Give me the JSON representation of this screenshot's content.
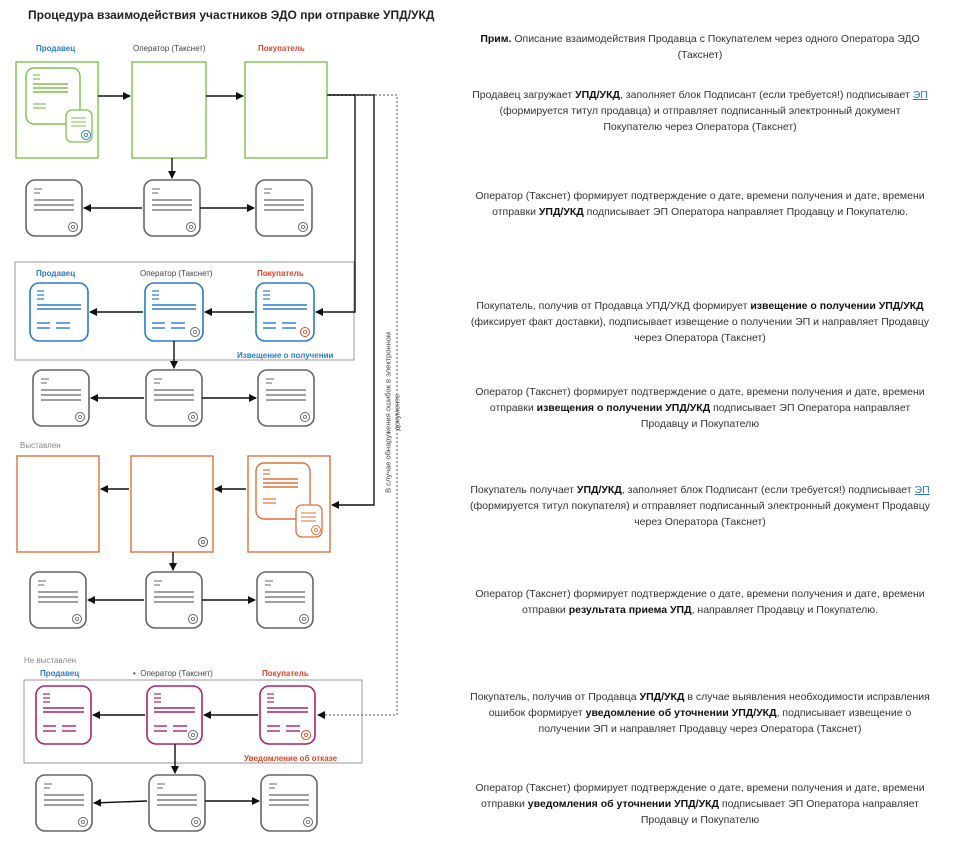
{
  "title": "Процедура взаимодействия участников ЭДО при отправке УПД/УКД",
  "colors": {
    "green": "#7cc24e",
    "blue": "#2a7bd0",
    "orange": "#e0703a",
    "magenta": "#b0226e",
    "gray": "#666666",
    "red": "#e0452a"
  },
  "labels": {
    "seller": "Продавец",
    "operator": "Оператор (Такснет)",
    "buyer": "Покупатель",
    "operator_dot": "Оператор (Такснет)",
    "receipt_notice": "Извещение о получении",
    "issued": "Выставлен",
    "not_issued": "Не выставлен",
    "refusal_notice": "Уведомление об отказе",
    "error_path": "В случае обнаружения ошибок в электронном документе"
  },
  "notes": {
    "intro_bold": "Прим.",
    "intro": " Описание взаимодействия Продавца с Покупателем через одного Оператора ЭДО (Такснет)",
    "d1": [
      {
        "t": "Продавец загружает "
      },
      {
        "b": "УПД/УКД"
      },
      {
        "t": ", заполняет блок Подписант (если требуется!) подписывает "
      },
      {
        "u": "ЭП"
      },
      {
        "t": " (формируется титул продавца) и отправляет подписанный электронный документ Покупателю через Оператора (Такснет)"
      }
    ],
    "d2": [
      {
        "t": "Оператор (Такснет) формирует подтверждение о дате, времени получения и дате, времени отправки "
      },
      {
        "b": "УПД/УКД"
      },
      {
        "t": " подписывает ЭП Оператора направляет Продавцу и Покупателю."
      }
    ],
    "d3": [
      {
        "t": "Покупатель, получив от Продавца УПД/УКД формирует "
      },
      {
        "b": "извещение о получении УПД/УКД"
      },
      {
        "t": " (фиксирует факт доставки), подписывает извещение о получении ЭП и направляет Продавцу через Оператора (Такснет)"
      }
    ],
    "d4": [
      {
        "t": "Оператор (Такснет) формирует подтверждение о дате, времени получения и дате, времени отправки "
      },
      {
        "b": "извещения о получении УПД/УКД"
      },
      {
        "t": " подписывает ЭП Оператора направляет Продавцу и Покупателю"
      }
    ],
    "d5": [
      {
        "t": "Покупатель получает "
      },
      {
        "b": "УПД/УКД"
      },
      {
        "t": ", заполняет блок Подписант (если требуется!) подписывает "
      },
      {
        "u": "ЭП"
      },
      {
        "t": " (формируется титул покупателя) и отправляет подписанный электронный документ Продавцу через Оператора (Такснет)"
      }
    ],
    "d6": [
      {
        "t": "Оператор (Такснет) формирует подтверждение о дате, времени получения и дате, времени отправки "
      },
      {
        "b": "результата приема УПД"
      },
      {
        "t": ", направляет Продавцу и Покупателю."
      }
    ],
    "d7": [
      {
        "t": "Покупатель, получив от Продавца "
      },
      {
        "b": "УПД/УКД"
      },
      {
        "t": " в случае выявления необходимости исправления ошибок формирует "
      },
      {
        "b": "уведомление об уточнении  УПД/УКД"
      },
      {
        "t": ", подписывает извещение о получении ЭП и направляет Продавцу через Оператора (Такснет)"
      }
    ],
    "d8": [
      {
        "t": "Оператор (Такснет) формирует подтверждение о дате, времени получения и дате, времени отправки "
      },
      {
        "b": "уведомления об уточнении УПД/УКД"
      },
      {
        "t": " подписывает ЭП Оператора направляет Продавцу и Покупателю"
      }
    ]
  }
}
